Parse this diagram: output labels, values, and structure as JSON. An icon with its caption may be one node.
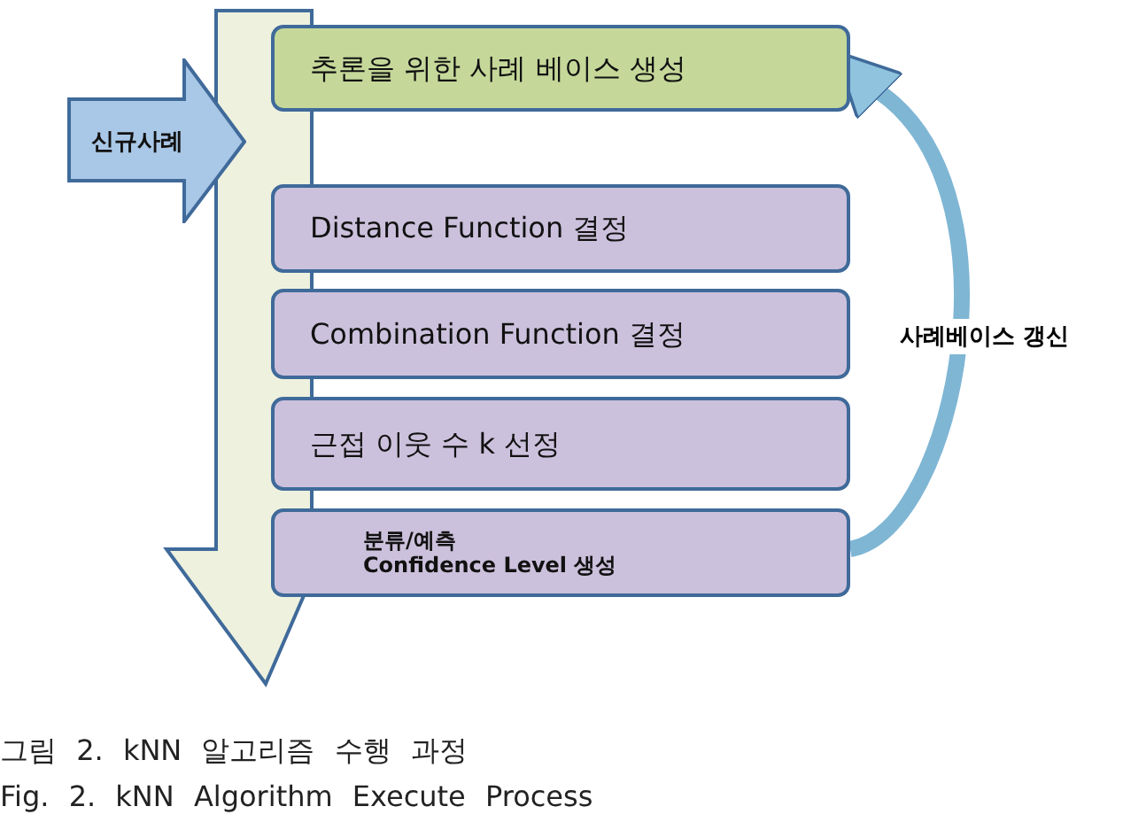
{
  "diagram": {
    "caption": "그림 2. kNN 알고리즘 수행 과정",
    "nodes": [
      {
        "text": [
          "신규사례"
        ]
      },
      {
        "text": [
          "추론을 위한 사례 베이스 생성"
        ]
      },
      {
        "text": [
          "Distance Function 결정"
        ]
      },
      {
        "text": [
          "Combination Function 결정"
        ]
      },
      {
        "text": [
          "근접 이웃 수 k 선정"
        ]
      },
      {
        "text": [
          "분류/예측",
          "Confidence Level 생성"
        ]
      }
    ],
    "edges": [
      {
        "from": 5,
        "to": 1,
        "arrow": "to",
        "label": "사례베이스 갱신"
      }
    ],
    "labels": [
      "Fig. 2. kNN Algorithm Execute Process"
    ]
  }
}
